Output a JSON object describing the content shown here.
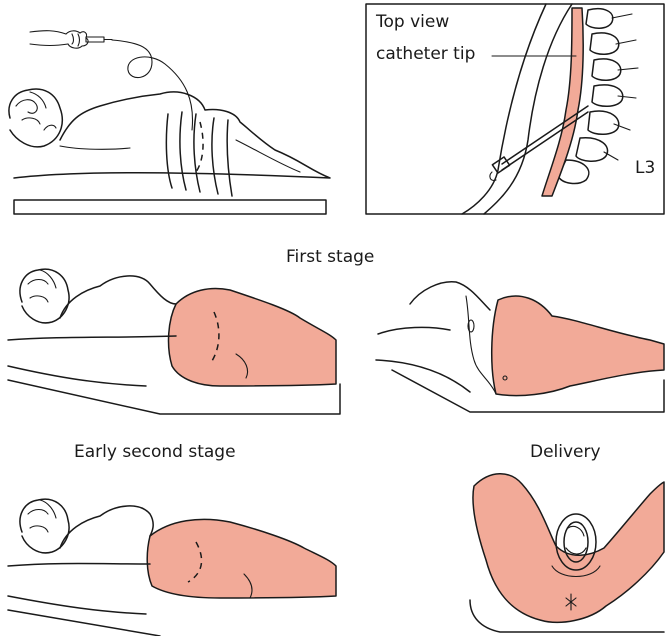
{
  "labels": {
    "top_view": "Top view",
    "catheter_tip": "catheter tip",
    "vertebra": "L3",
    "first_stage": "First stage",
    "early_second_stage": "Early second stage",
    "delivery": "Delivery"
  },
  "colors": {
    "block_area": "#f2aa98",
    "line": "#1a1a1a",
    "background": "#ffffff"
  }
}
